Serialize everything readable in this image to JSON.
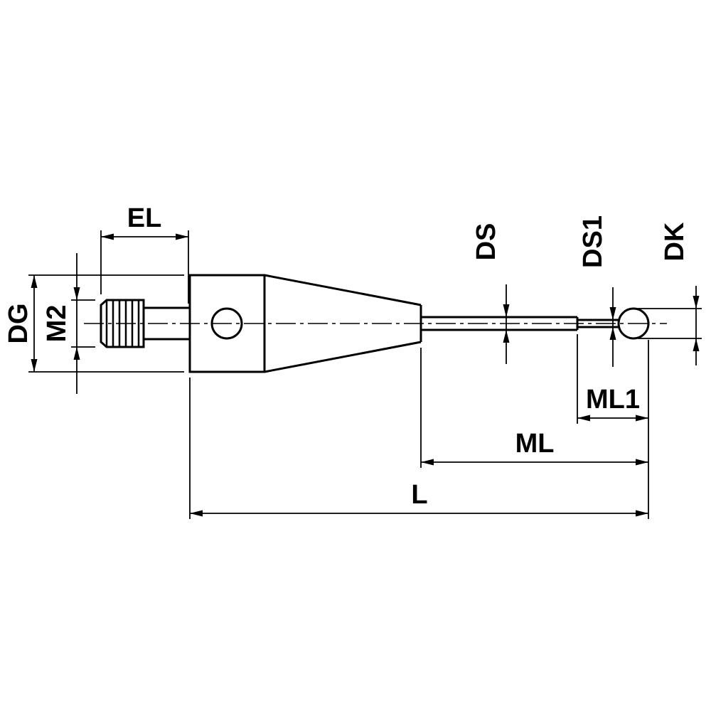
{
  "drawing": {
    "labels": {
      "el": "EL",
      "dg": "DG",
      "m2": "M2",
      "ds": "DS",
      "ds1": "DS1",
      "dk": "DK",
      "ml1": "ML1",
      "ml": "ML",
      "l": "L"
    },
    "colors": {
      "line": "#000000",
      "background": "#ffffff"
    }
  }
}
